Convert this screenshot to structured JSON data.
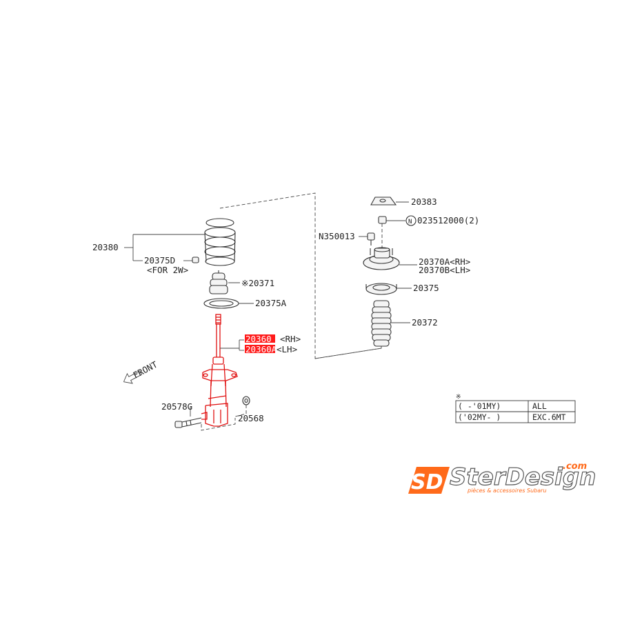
{
  "labels": {
    "p20380": "20380",
    "p20375D": "20375D",
    "p20375D_note": "<FOR 2W>",
    "p20371": "※20371",
    "p20375A": "20375A",
    "p20360_rh": "20360",
    "p20360_rh_side": "<RH>",
    "p20360_lh": "20360A",
    "p20360_lh_side": "<LH>",
    "front": "FRONT",
    "p20578G": "20578G",
    "p20568": "20568",
    "p20383": "20383",
    "n023512000": "023512000(2)",
    "n_symbol": "N",
    "n350013": "N350013",
    "p20370A": "20370A<RH>",
    "p20370B": "20370B<LH>",
    "p20375": "20375",
    "p20372": "20372"
  },
  "applicability_table": {
    "marker": "※",
    "rows": [
      {
        "period": "(      -'01MY)",
        "applies": "ALL"
      },
      {
        "period": "('02MY-      )",
        "applies": "EXC.6MT"
      }
    ]
  },
  "logo": {
    "initials": "SD",
    "brand": "SterDesign",
    "domain": ".com",
    "tagline": "pièces & accessoires Subaru",
    "accent_color": "#ff6a1a"
  },
  "highlight_color": "#e01010"
}
